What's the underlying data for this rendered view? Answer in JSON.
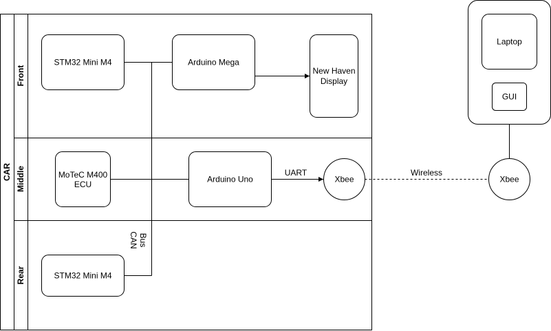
{
  "pool": {
    "label": "CAR"
  },
  "lanes": {
    "front": "Front",
    "middle": "Middle",
    "rear": "Rear"
  },
  "nodes": {
    "stm32_front": "STM32 Mini M4",
    "arduino_mega": "Arduino Mega",
    "newhaven_line1": "New Haven",
    "newhaven_line2": "Display",
    "motec_line1": "MoTeC M400",
    "motec_line2": "ECU",
    "arduino_uno": "Arduino Uno",
    "xbee_car": "Xbee",
    "stm32_rear": "STM32 Mini M4",
    "laptop": "Laptop",
    "gui": "GUI",
    "xbee_remote": "Xbee"
  },
  "edge_labels": {
    "uart": "UART",
    "wireless": "Wireless",
    "can_line1": "CAN",
    "can_line2": "Bus"
  }
}
